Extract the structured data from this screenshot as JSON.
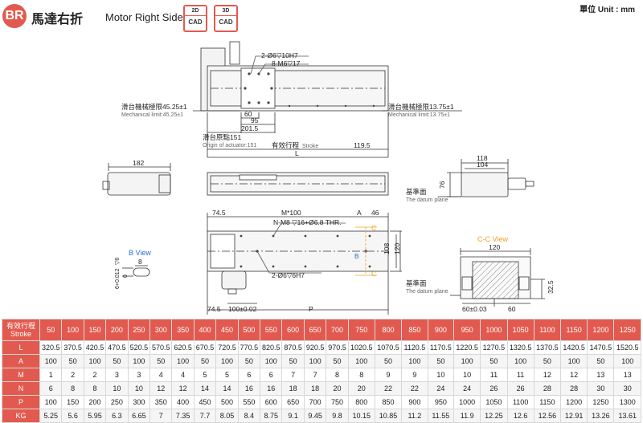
{
  "header": {
    "badge": "BR",
    "title_cn": "馬達右折",
    "title_en": "Motor Right Side",
    "cad_2d": "2D",
    "cad_3d": "3D",
    "cad_label": "CAD",
    "unit": "單位 Unit : mm"
  },
  "colors": {
    "brand": "#e25a4f",
    "view_label": "#2a6fd6",
    "c_mark": "#f0a020"
  },
  "drawing": {
    "top_view": {
      "label_holes_1": "2-Ø6▽10H7",
      "label_holes_2": "8-M6▽17",
      "left_limit_cn": "滑台機械極限45.25±1",
      "left_limit_en": "Mechanical limit:45.25±1",
      "right_limit_cn": "滑台機械極限13.75±1",
      "right_limit_en": "Mechanical limit:13.75±1",
      "dim_60": "60",
      "dim_95": "95",
      "dim_201": "201.5",
      "origin_cn": "滑台原點151",
      "origin_en": "Origin of actuator:151",
      "stroke_cn": "有效行程",
      "stroke_en": "Stroke",
      "dim_119": "119.5",
      "dim_L": "L"
    },
    "side_view": {
      "dim_182": "182",
      "dim_118": "118",
      "dim_104": "104",
      "dim_76": "76",
      "datum_cn": "基準面",
      "datum_en": "The datum plane"
    },
    "bottom_view": {
      "dim_745_top": "74.5",
      "dim_M": "M*100",
      "dim_A": "A",
      "dim_46": "46",
      "label_thread": "N-M8 ▽16+Ø6.8 THR.",
      "c_top": "C",
      "c_bottom": "C",
      "dim_108": "108",
      "dim_120": "120",
      "b_mark": "B",
      "label_holes": "2-Ø6▽6H7",
      "dim_745_bottom": "74.5",
      "dim_100": "100±0.02",
      "dim_P": "P"
    },
    "b_view": {
      "title": "B View",
      "dim_6": "6+0.012",
      "dim_6b": "0",
      "dim_6_depth": "▽6",
      "dim_8": "8"
    },
    "cc_view": {
      "title": "C-C View",
      "dim_120": "120",
      "dim_32": "32.5",
      "dim_60a": "60±0.03",
      "dim_60b": "60",
      "datum_cn": "基準面",
      "datum_en": "The datum plane"
    }
  },
  "table": {
    "header_cn": "有效行程",
    "header_en": "Stroke",
    "strokes": [
      "50",
      "100",
      "150",
      "200",
      "250",
      "300",
      "350",
      "400",
      "450",
      "500",
      "550",
      "600",
      "650",
      "700",
      "750",
      "800",
      "850",
      "900",
      "950",
      "1000",
      "1050",
      "1100",
      "1150",
      "1200",
      "1250"
    ],
    "rows": [
      {
        "label": "L",
        "values": [
          "320.5",
          "370.5",
          "420.5",
          "470.5",
          "520.5",
          "570.5",
          "620.5",
          "670.5",
          "720.5",
          "770.5",
          "820.5",
          "870.5",
          "920.5",
          "970.5",
          "1020.5",
          "1070.5",
          "1120.5",
          "1170.5",
          "1220.5",
          "1270.5",
          "1320.5",
          "1370.5",
          "1420.5",
          "1470.5",
          "1520.5"
        ]
      },
      {
        "label": "A",
        "values": [
          "100",
          "50",
          "100",
          "50",
          "100",
          "50",
          "100",
          "50",
          "100",
          "50",
          "100",
          "50",
          "100",
          "50",
          "100",
          "50",
          "100",
          "50",
          "100",
          "50",
          "100",
          "50",
          "100",
          "50",
          "100"
        ]
      },
      {
        "label": "M",
        "values": [
          "1",
          "2",
          "2",
          "3",
          "3",
          "4",
          "4",
          "5",
          "5",
          "6",
          "6",
          "7",
          "7",
          "8",
          "8",
          "9",
          "9",
          "10",
          "10",
          "11",
          "11",
          "12",
          "12",
          "13",
          "13"
        ]
      },
      {
        "label": "N",
        "values": [
          "6",
          "8",
          "8",
          "10",
          "10",
          "12",
          "12",
          "14",
          "14",
          "16",
          "16",
          "18",
          "18",
          "20",
          "20",
          "22",
          "22",
          "24",
          "24",
          "26",
          "26",
          "28",
          "28",
          "30",
          "30"
        ]
      },
      {
        "label": "P",
        "values": [
          "100",
          "150",
          "200",
          "250",
          "300",
          "350",
          "400",
          "450",
          "500",
          "550",
          "600",
          "650",
          "700",
          "750",
          "800",
          "850",
          "900",
          "950",
          "1000",
          "1050",
          "1100",
          "1150",
          "1200",
          "1250",
          "1300"
        ]
      },
      {
        "label": "KG",
        "values": [
          "5.25",
          "5.6",
          "5.95",
          "6.3",
          "6.65",
          "7",
          "7.35",
          "7.7",
          "8.05",
          "8.4",
          "8.75",
          "9.1",
          "9.45",
          "9.8",
          "10.15",
          "10.85",
          "11.2",
          "11.55",
          "11.9",
          "12.25",
          "12.6",
          "12.56",
          "12.91",
          "13.26",
          "13.61"
        ]
      }
    ]
  }
}
